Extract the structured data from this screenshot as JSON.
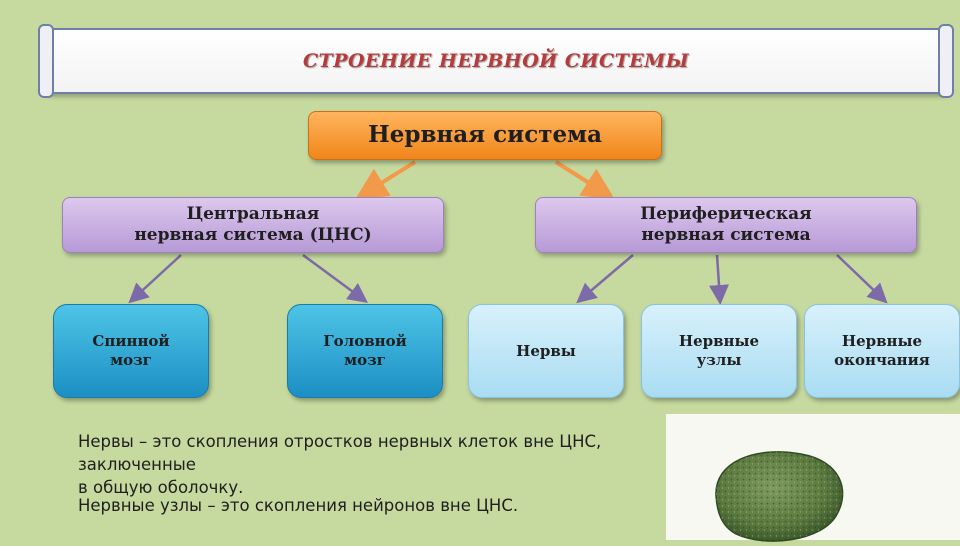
{
  "banner": {
    "title": "СТРОЕНИЕ  НЕРВНОЙ  СИСТЕМЫ"
  },
  "diagram": {
    "root": "Нервная система",
    "branches": [
      {
        "label_lines": [
          "Центральная",
          "нервная система (ЦНС)"
        ],
        "children": [
          {
            "label_lines": [
              "Спинной",
              "мозг"
            ]
          },
          {
            "label_lines": [
              "Головной",
              "мозг"
            ]
          }
        ]
      },
      {
        "label_lines": [
          "Периферическая",
          "нервная система"
        ],
        "children": [
          {
            "label_lines": [
              "Нервы"
            ]
          },
          {
            "label_lines": [
              "Нервные",
              "узлы"
            ]
          },
          {
            "label_lines": [
              "Нервные",
              "окончания"
            ]
          }
        ]
      }
    ]
  },
  "definitions": [
    {
      "lines": [
        "Нервы – это скопления отростков нервных клеток вне ЦНС, заключенные",
        "в общую оболочку."
      ]
    },
    {
      "lines": [
        "Нервные узлы – это скопления нейронов вне ЦНС."
      ]
    }
  ],
  "colors": {
    "background": "#c6d99f",
    "title": "#b73b3b",
    "root": "#f0861a",
    "mid": "#b69ad6",
    "leaf_dark": "#1c8fc4",
    "leaf_light": "#a9dcf2",
    "arrow_orange": "#f29a4a",
    "arrow_purple": "#7d6aa8"
  }
}
